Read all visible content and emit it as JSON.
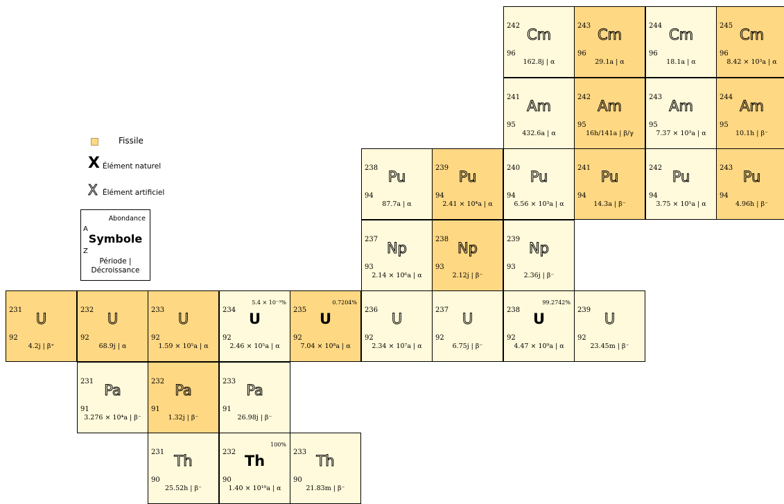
{
  "colors": {
    "fissile": "#ffd883",
    "non_fissile": "#fffadb",
    "border": "#000000"
  },
  "legend": {
    "fissile_label": "Fissile",
    "natural_symbol": "X",
    "natural_label": "Élément naturel",
    "artificial_symbol": "X",
    "artificial_label": "Élément artificiel",
    "key_abundance": "Abondance",
    "key_a": "A",
    "key_symbol": "Symbole",
    "key_z": "Z",
    "key_period": "Période |",
    "key_decay": "Décroissance"
  },
  "isotopes": [
    {
      "symbol": "Cm",
      "a": "242",
      "z": "96",
      "decay": "162.8j | α",
      "fissile": false,
      "natural": false,
      "abundance": "",
      "row": 0,
      "col": 7
    },
    {
      "symbol": "Cm",
      "a": "243",
      "z": "96",
      "decay": "29.1a | α",
      "fissile": true,
      "natural": false,
      "abundance": "",
      "row": 0,
      "col": 8
    },
    {
      "symbol": "Cm",
      "a": "244",
      "z": "96",
      "decay": "18.1a | α",
      "fissile": false,
      "natural": false,
      "abundance": "",
      "row": 0,
      "col": 9
    },
    {
      "symbol": "Cm",
      "a": "245",
      "z": "96",
      "decay": "8.42 × 10³a | α",
      "fissile": true,
      "natural": false,
      "abundance": "",
      "row": 0,
      "col": 10
    },
    {
      "symbol": "Am",
      "a": "241",
      "z": "95",
      "decay": "432.6a | α",
      "fissile": false,
      "natural": false,
      "abundance": "",
      "row": 1,
      "col": 7
    },
    {
      "symbol": "Am",
      "a": "242",
      "z": "95",
      "decay": "16h/141a | β/γ",
      "fissile": true,
      "natural": false,
      "abundance": "",
      "row": 1,
      "col": 8
    },
    {
      "symbol": "Am",
      "a": "243",
      "z": "95",
      "decay": "7.37 × 10³a | α",
      "fissile": false,
      "natural": false,
      "abundance": "",
      "row": 1,
      "col": 9
    },
    {
      "symbol": "Am",
      "a": "244",
      "z": "95",
      "decay": "10.1h | β⁻",
      "fissile": true,
      "natural": false,
      "abundance": "",
      "row": 1,
      "col": 10
    },
    {
      "symbol": "Pu",
      "a": "238",
      "z": "94",
      "decay": "87.7a | α",
      "fissile": false,
      "natural": false,
      "abundance": "",
      "row": 2,
      "col": 5
    },
    {
      "symbol": "Pu",
      "a": "239",
      "z": "94",
      "decay": "2.41 × 10⁴a | α",
      "fissile": true,
      "natural": false,
      "abundance": "",
      "row": 2,
      "col": 6
    },
    {
      "symbol": "Pu",
      "a": "240",
      "z": "94",
      "decay": "6.56 × 10³a | α",
      "fissile": false,
      "natural": false,
      "abundance": "",
      "row": 2,
      "col": 7
    },
    {
      "symbol": "Pu",
      "a": "241",
      "z": "94",
      "decay": "14.3a | β⁻",
      "fissile": true,
      "natural": false,
      "abundance": "",
      "row": 2,
      "col": 8
    },
    {
      "symbol": "Pu",
      "a": "242",
      "z": "94",
      "decay": "3.75 × 10⁵a | α",
      "fissile": false,
      "natural": false,
      "abundance": "",
      "row": 2,
      "col": 9
    },
    {
      "symbol": "Pu",
      "a": "243",
      "z": "94",
      "decay": "4.96h | β⁻",
      "fissile": true,
      "natural": false,
      "abundance": "",
      "row": 2,
      "col": 10
    },
    {
      "symbol": "Np",
      "a": "237",
      "z": "93",
      "decay": "2.14 × 10⁶a | α",
      "fissile": false,
      "natural": false,
      "abundance": "",
      "row": 3,
      "col": 5
    },
    {
      "symbol": "Np",
      "a": "238",
      "z": "93",
      "decay": "2.12j | β⁻",
      "fissile": true,
      "natural": false,
      "abundance": "",
      "row": 3,
      "col": 6
    },
    {
      "symbol": "Np",
      "a": "239",
      "z": "93",
      "decay": "2.36j | β⁻",
      "fissile": false,
      "natural": false,
      "abundance": "",
      "row": 3,
      "col": 7
    },
    {
      "symbol": "U",
      "a": "231",
      "z": "92",
      "decay": "4.2j | β⁺",
      "fissile": true,
      "natural": false,
      "abundance": "",
      "row": 4,
      "col": 0
    },
    {
      "symbol": "U",
      "a": "232",
      "z": "92",
      "decay": "68.9j | α",
      "fissile": true,
      "natural": false,
      "abundance": "",
      "row": 4,
      "col": 1
    },
    {
      "symbol": "U",
      "a": "233",
      "z": "92",
      "decay": "1.59 × 10⁵a | α",
      "fissile": true,
      "natural": false,
      "abundance": "",
      "row": 4,
      "col": 2
    },
    {
      "symbol": "U",
      "a": "234",
      "z": "92",
      "decay": "2.46 × 10⁵a | α",
      "fissile": false,
      "natural": true,
      "abundance": "5.4 × 10⁻³%",
      "row": 4,
      "col": 3
    },
    {
      "symbol": "U",
      "a": "235",
      "z": "92",
      "decay": "7.04 × 10⁸a | α",
      "fissile": true,
      "natural": true,
      "abundance": "0.7204%",
      "row": 4,
      "col": 4
    },
    {
      "symbol": "U",
      "a": "236",
      "z": "92",
      "decay": "2.34 × 10⁷a | α",
      "fissile": false,
      "natural": false,
      "abundance": "",
      "row": 4,
      "col": 5
    },
    {
      "symbol": "U",
      "a": "237",
      "z": "92",
      "decay": "6.75j | β⁻",
      "fissile": false,
      "natural": false,
      "abundance": "",
      "row": 4,
      "col": 6
    },
    {
      "symbol": "U",
      "a": "238",
      "z": "92",
      "decay": "4.47 × 10⁹a | α",
      "fissile": false,
      "natural": true,
      "abundance": "99.2742%",
      "row": 4,
      "col": 7
    },
    {
      "symbol": "U",
      "a": "239",
      "z": "92",
      "decay": "23.45m | β⁻",
      "fissile": false,
      "natural": false,
      "abundance": "",
      "row": 4,
      "col": 8
    },
    {
      "symbol": "Pa",
      "a": "231",
      "z": "91",
      "decay": "3.276 × 10⁴a | β⁻",
      "fissile": false,
      "natural": false,
      "abundance": "",
      "row": 5,
      "col": 1
    },
    {
      "symbol": "Pa",
      "a": "232",
      "z": "91",
      "decay": "1.32j | β⁻",
      "fissile": true,
      "natural": false,
      "abundance": "",
      "row": 5,
      "col": 2
    },
    {
      "symbol": "Pa",
      "a": "233",
      "z": "91",
      "decay": "26.98j | β⁻",
      "fissile": false,
      "natural": false,
      "abundance": "",
      "row": 5,
      "col": 3
    },
    {
      "symbol": "Th",
      "a": "231",
      "z": "90",
      "decay": "25.52h | β⁻",
      "fissile": false,
      "natural": false,
      "abundance": "",
      "row": 6,
      "col": 2
    },
    {
      "symbol": "Th",
      "a": "232",
      "z": "90",
      "decay": "1.40 × 10¹⁰a | α",
      "fissile": false,
      "natural": true,
      "abundance": "100%",
      "row": 6,
      "col": 3
    },
    {
      "symbol": "Th",
      "a": "233",
      "z": "90",
      "decay": "21.83m | β⁻",
      "fissile": false,
      "natural": false,
      "abundance": "",
      "row": 6,
      "col": 4
    }
  ]
}
